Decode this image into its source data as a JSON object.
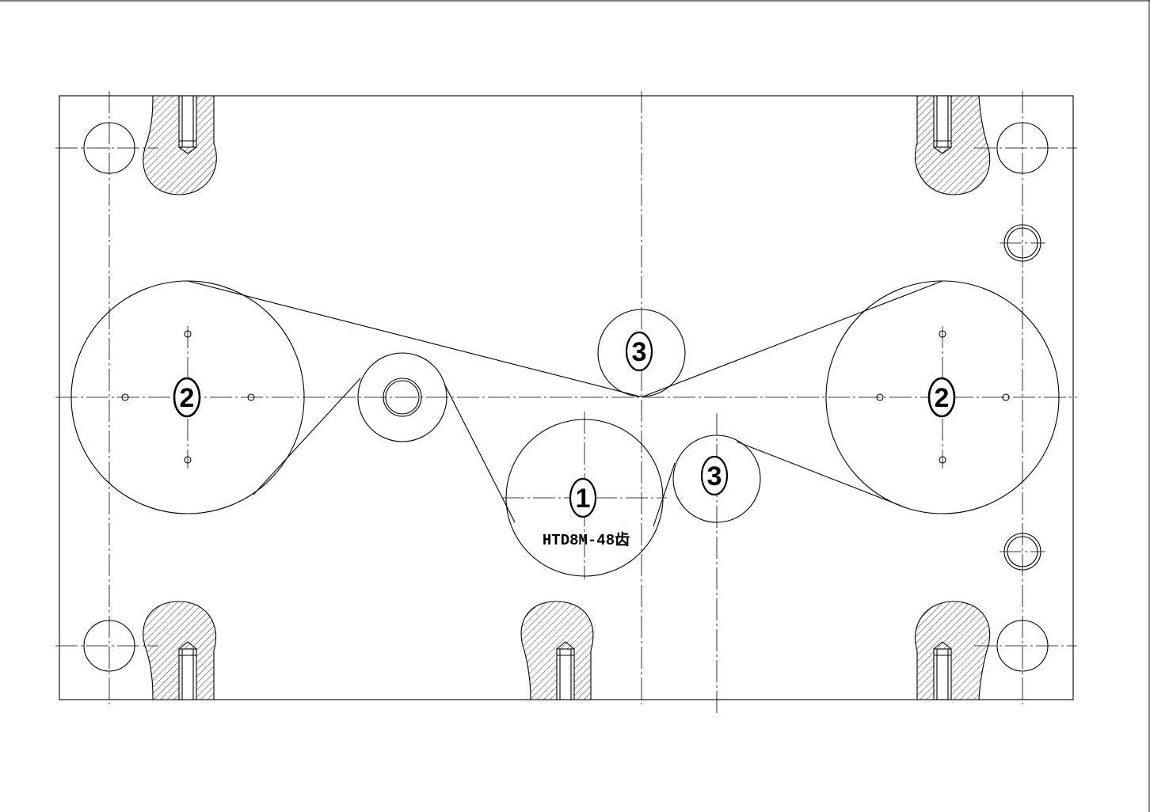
{
  "drawing": {
    "belt_label": "HTD8M-48齿",
    "balloons": {
      "drive_pulley": "1",
      "reel_left": "2",
      "reel_right": "2",
      "idler_top": "3",
      "idler_bottom": "3"
    }
  }
}
